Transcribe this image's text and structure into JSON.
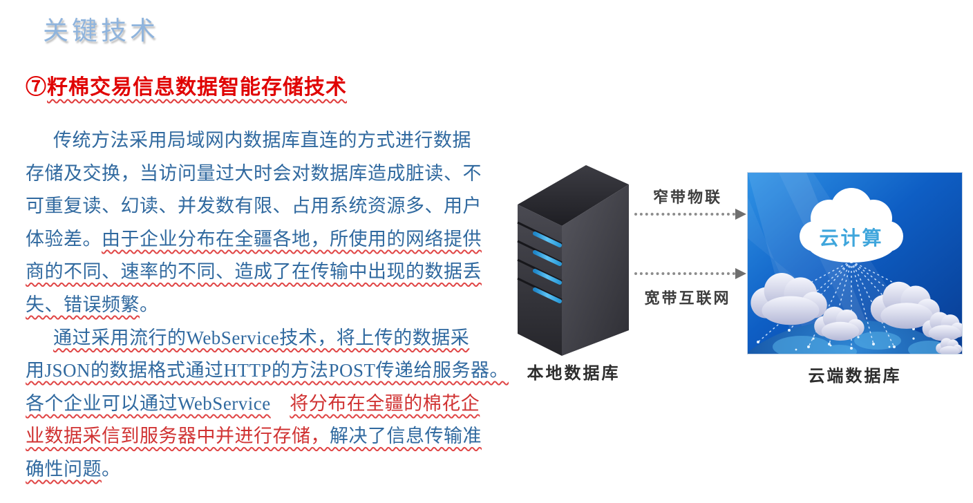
{
  "title": {
    "text": "关键技术"
  },
  "heading": {
    "number": "⑦",
    "text": "籽棉交易信息数据智能存储技术"
  },
  "body": {
    "lines": [
      {
        "indent": true,
        "segments": [
          {
            "t": "传统方法采用局域网内数据库直连的方式进行数据",
            "s": "plain"
          }
        ]
      },
      {
        "indent": false,
        "segments": [
          {
            "t": "存储及交换，当访问量过大时会对数据库造成脏读、不",
            "s": "plain"
          }
        ]
      },
      {
        "indent": false,
        "segments": [
          {
            "t": "可重复读、幻读、并发数有限、占用系统资源多、用户",
            "s": "plain"
          }
        ]
      },
      {
        "indent": false,
        "segments": [
          {
            "t": "体验差。",
            "s": "plain"
          },
          {
            "t": "由于企业分布在全疆各地，所使用的网络提供",
            "s": "wavy"
          }
        ]
      },
      {
        "indent": false,
        "segments": [
          {
            "t": "商的不同、速率的不同、造成了在传输中出现的数据丢",
            "s": "wavy"
          }
        ]
      },
      {
        "indent": false,
        "segments": [
          {
            "t": "失、错误频繁",
            "s": "wavy"
          },
          {
            "t": "。",
            "s": "plain"
          }
        ]
      },
      {
        "indent": true,
        "segments": [
          {
            "t": "通过采用流行的WebService技术，将上传的数据采",
            "s": "wavy"
          }
        ]
      },
      {
        "indent": false,
        "segments": [
          {
            "t": "用JSON的数据格式通过HTTP的方法POST传递给服务器。",
            "s": "wavy"
          }
        ]
      },
      {
        "indent": false,
        "segments": [
          {
            "t": "各个企业可以通过WebService",
            "s": "wavy"
          },
          {
            "t": "　",
            "s": "plain"
          },
          {
            "t": "将分布在全疆的棉花企",
            "s": "red-wavy"
          }
        ]
      },
      {
        "indent": false,
        "segments": [
          {
            "t": "业数据采信到服务器中并进行存储，",
            "s": "red-wavy"
          },
          {
            "t": "解决了信息传输准",
            "s": "wavy"
          }
        ]
      },
      {
        "indent": false,
        "segments": [
          {
            "t": "确性问题",
            "s": "wavy"
          },
          {
            "t": "。",
            "s": "plain"
          }
        ]
      }
    ]
  },
  "diagram": {
    "narrowband_label": "窄带物联",
    "broadband_label": "宽带互联网",
    "local_db_label": "本地数据库",
    "cloud_db_label": "云端数据库",
    "cloud_text": "云计算",
    "colors": {
      "title_blue": "#8fb4dd",
      "heading_red": "#e00202",
      "body_text": "#30699f",
      "red_text": "#d03232",
      "squiggle": "#e04545",
      "arrow_gray": "#8c8c8c",
      "server_dark": "#323238",
      "led_blue": "#4db8f0",
      "cloud_bg_blue": "#0e5ec4",
      "cloud_computing_text": "#3fa6dc"
    }
  }
}
